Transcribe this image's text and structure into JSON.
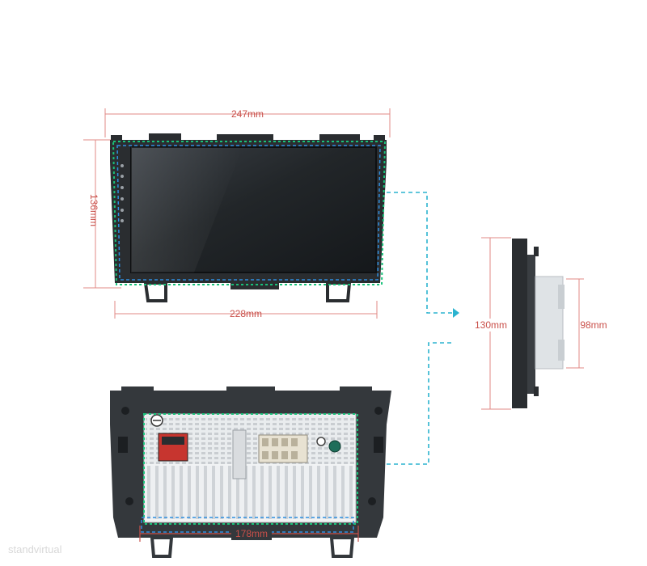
{
  "dimensions": {
    "front_width_top": "247mm",
    "front_height": "136mm",
    "front_width_bottom": "228mm",
    "side_height_outer": "130mm",
    "side_height_inner": "98mm",
    "back_width": "178mm"
  },
  "watermark": "standvirtual",
  "colors": {
    "dimension": "#c9504a",
    "guide": "#2bb3cf",
    "outline_green": "#19c27a",
    "outline_blue": "#2f8fe0",
    "bezel": "#2a2d30"
  }
}
